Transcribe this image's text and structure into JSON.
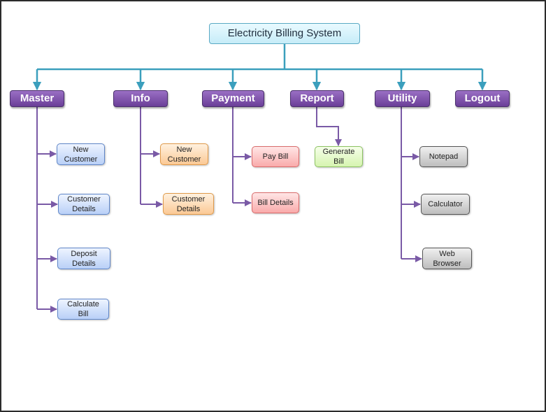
{
  "title": "Electricity Billing System",
  "menus": {
    "master": "Master",
    "info": "Info",
    "payment": "Payment",
    "report": "Report",
    "utility": "Utility",
    "logout": "Logout"
  },
  "master_items": {
    "new_customer": "New\nCustomer",
    "customer_details": "Customer\nDetails",
    "deposit_details": "Deposit\nDetails",
    "calculate_bill": "Calculate\nBill"
  },
  "info_items": {
    "new_customer": "New\nCustomer",
    "customer_details": "Customer\nDetails"
  },
  "payment_items": {
    "pay_bill": "Pay Bill",
    "bill_details": "Bill Details"
  },
  "report_items": {
    "generate_bill": "Generate\nBill"
  },
  "utility_items": {
    "notepad": "Notepad",
    "calculator": "Calculator",
    "web_browser": "Web\nBrowser"
  },
  "colors": {
    "top_connector": "#3b9fbd",
    "sub_connector": "#7a5aa6",
    "menu_fill": "#7b4ea8",
    "master_items": "#b9d0f7",
    "info_items": "#fbc995",
    "payment_items": "#f9abab",
    "report_items": "#d6f4b0",
    "utility_items": "#bdbdbd"
  }
}
